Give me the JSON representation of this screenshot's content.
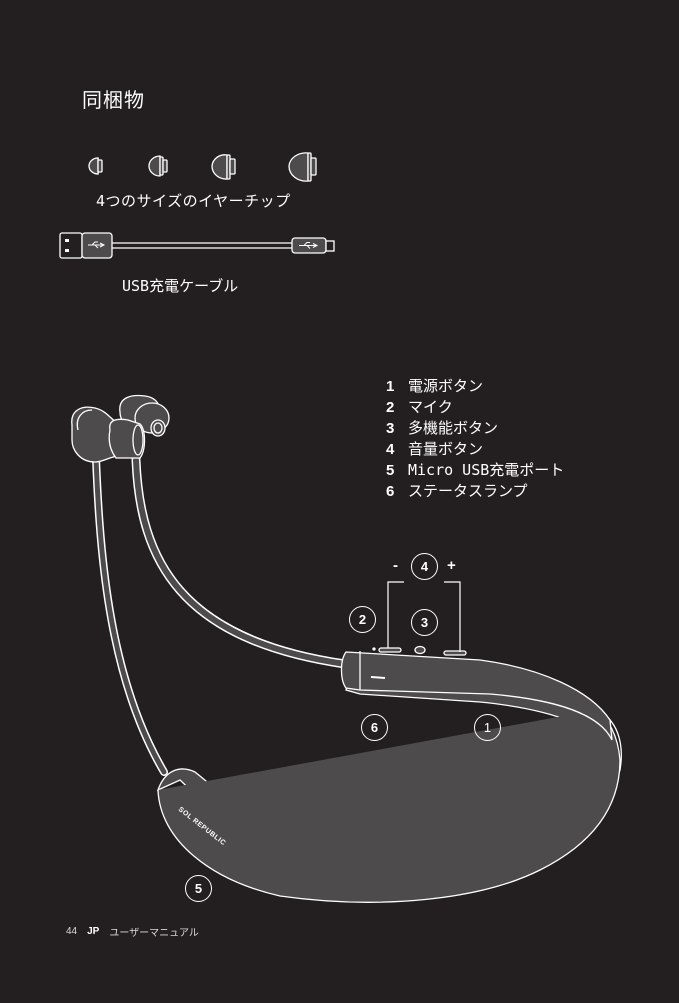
{
  "section": {
    "title": "同梱物"
  },
  "contents": {
    "ear_tips_label": "4つのサイズのイヤーチップ",
    "cable_label": "USB充電ケーブル",
    "ear_tip_icons": [
      "ear-tip-xs-icon",
      "ear-tip-s-icon",
      "ear-tip-m-icon",
      "ear-tip-l-icon"
    ]
  },
  "legend": {
    "items": [
      {
        "num": "1",
        "label": "電源ボタン"
      },
      {
        "num": "2",
        "label": "マイク"
      },
      {
        "num": "3",
        "label": "多機能ボタン"
      },
      {
        "num": "4",
        "label": "音量ボタン"
      },
      {
        "num": "5",
        "label": "Micro USB充電ポート"
      },
      {
        "num": "6",
        "label": "ステータスランプ"
      }
    ]
  },
  "diagram": {
    "callouts": {
      "c1": "1",
      "c2": "2",
      "c3": "3",
      "c4": "4",
      "c5": "5",
      "c6": "6"
    },
    "volume_minus": "-",
    "volume_plus": "+",
    "brand_text": "SOL REPUBLIC"
  },
  "footer": {
    "page_number": "44",
    "language": "JP",
    "manual_title": "ユーザーマニュアル"
  },
  "colors": {
    "background": "#231f20",
    "device_fill": "#4d4b4c",
    "outline": "#ffffff"
  }
}
